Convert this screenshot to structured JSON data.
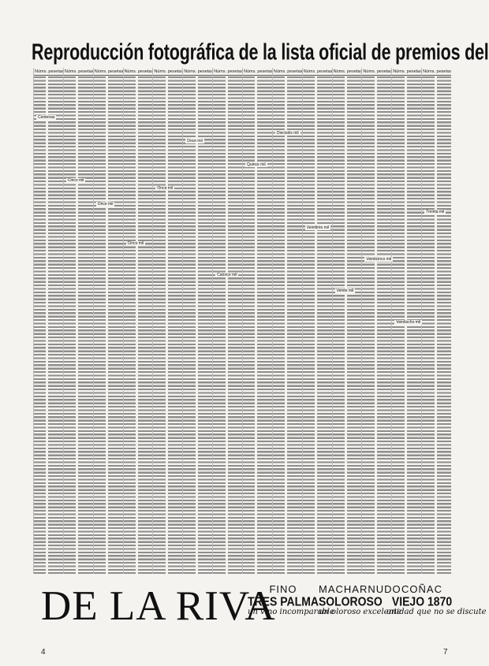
{
  "headline": "Reproducción fotográfica de la lista oficial de premios del sorteo de ayer",
  "table": {
    "column_header": "Núms. pesetas Núms. pesetas",
    "section_tags": [
      {
        "col": 0,
        "text": "Centenas"
      },
      {
        "col": 1,
        "text": "Cinco mil"
      },
      {
        "col": 2,
        "text": "Once mil"
      },
      {
        "col": 3,
        "text": "Cinco mil"
      },
      {
        "col": 4,
        "text": "Once mil"
      },
      {
        "col": 5,
        "text": "Doce mil"
      },
      {
        "col": 6,
        "text": "Catorce mil"
      },
      {
        "col": 7,
        "text": "Quince mil"
      },
      {
        "col": 8,
        "text": "Dieciséis mil"
      },
      {
        "col": 9,
        "text": "Veintitrés mil"
      },
      {
        "col": 10,
        "text": "Veinte mil"
      },
      {
        "col": 11,
        "text": "Veinticinco mil"
      },
      {
        "col": 12,
        "text": "Veintiocho mil"
      },
      {
        "col": 13,
        "text": "Treinta mil"
      }
    ]
  },
  "ad": {
    "brand": "DE LA RIVA",
    "products": [
      {
        "line1": "FINO",
        "line2": "TRES PALMAS",
        "tagline": "un vino incomparable"
      },
      {
        "line1": "MACHARNUDO",
        "line2": "OLOROSO",
        "tagline": "un oloroso excelente"
      },
      {
        "line1": "COÑAC",
        "line2": "VIEJO 1870",
        "tagline": "unidad que no se discute"
      }
    ]
  },
  "page_marks": {
    "bottom_left": "4",
    "bottom_right": "7"
  }
}
